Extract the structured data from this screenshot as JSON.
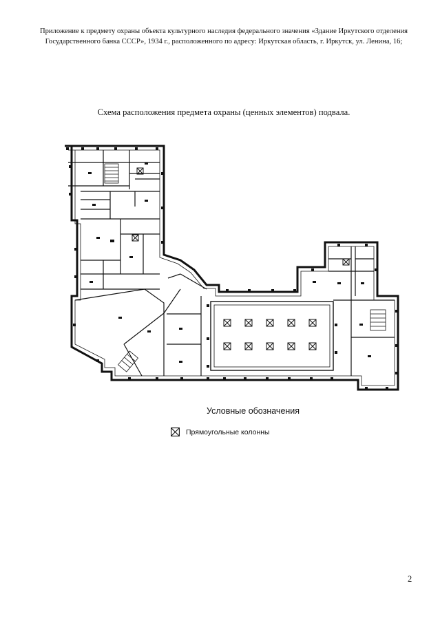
{
  "header": {
    "line1": "Приложение к предмету охраны объекта культурного наследия федерального значения «Здание Иркутского отделения",
    "line2": "Государственного банка СССР», 1934 г., расположенного по адресу: Иркутская область, г. Иркутск, ул. Ленина, 16;"
  },
  "title": "Схема расположения предмета охраны (ценных элементов) подвала.",
  "legend": {
    "title": "Условные обозначения",
    "items": [
      {
        "icon": "column-square-icon",
        "label": "Прямоугольные колонны"
      }
    ]
  },
  "page_number": "2"
}
